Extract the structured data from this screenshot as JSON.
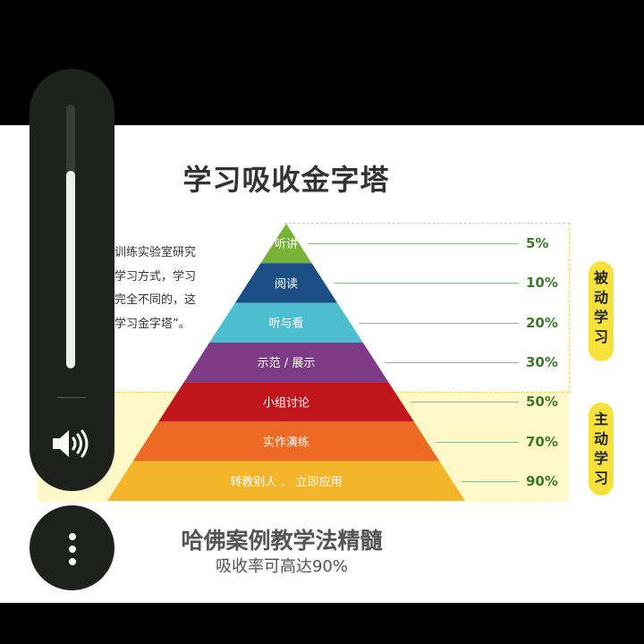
{
  "infographic": {
    "title": "学习吸收金字塔",
    "intro_lines": [
      "训练实验室研究",
      "学习方式，学习",
      "完全不同的，这",
      "学习金字塔”。"
    ],
    "levels": [
      {
        "label": "听讲",
        "rate": "5%",
        "color": "#77b334"
      },
      {
        "label": "阅读",
        "rate": "10%",
        "color": "#1b4f86"
      },
      {
        "label": "听与看",
        "rate": "20%",
        "color": "#4bbed0"
      },
      {
        "label": "示范 / 展示",
        "rate": "30%",
        "color": "#7d3b86"
      },
      {
        "label": "小组讨论",
        "rate": "50%",
        "color": "#c1171c"
      },
      {
        "label": "实作演练",
        "rate": "70%",
        "color": "#ec6a24"
      },
      {
        "label": "转教别人 、 立即应用",
        "rate": "90%",
        "color": "#f4b52a"
      }
    ],
    "passive_tag": "被动学习",
    "active_tag": "主动学习",
    "footer_title": "哈佛案例教学法精髓",
    "footer_subtitle": "吸收率可高达90%"
  },
  "volume_overlay": {
    "level": 0.75,
    "icon": "speaker-icon",
    "menu_icon": "more-vertical-icon"
  },
  "colors": {
    "rate_text": "#3a7a2a",
    "tag_bg": "#f7e23c",
    "active_band": "#fff8c8",
    "overlay_bg": "#1f211f"
  }
}
